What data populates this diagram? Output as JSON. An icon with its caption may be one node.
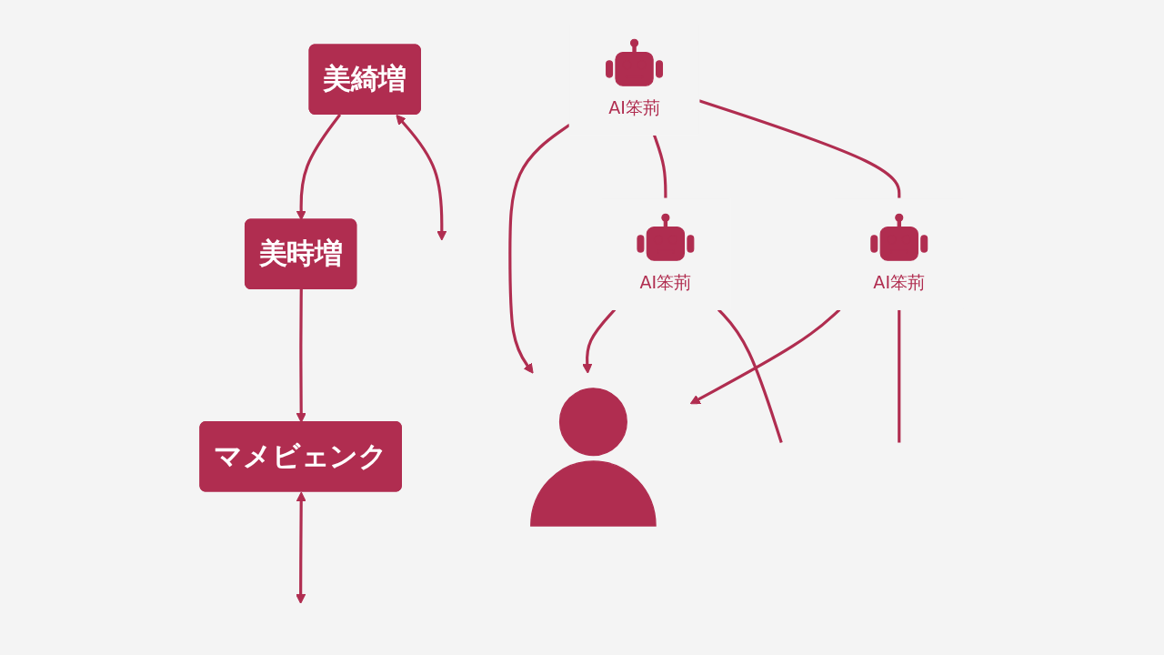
{
  "diagram": {
    "nodes": [
      {
        "text": [
          "美時増"
        ]
      },
      {
        "text": [
          "AI笨荊"
        ]
      },
      {
        "text": [
          "美綺増"
        ]
      },
      {
        "text": [
          "マメビェンク"
        ]
      },
      {
        "text": [],
        "shape": "person"
      },
      {
        "text": [
          "AI笨荊"
        ]
      },
      {
        "text": [
          "AI笨荊"
        ]
      }
    ],
    "edges": [
      {
        "from": 2,
        "to": 0,
        "arrow": "to"
      },
      {
        "from": 0,
        "to": 3,
        "arrow": "to"
      },
      {
        "from": 3,
        "to": null,
        "arrow": "both"
      },
      {
        "from": 2,
        "to": null,
        "arrow": "both"
      },
      {
        "from": 1,
        "to": 4,
        "arrow": "to"
      },
      {
        "from": 5,
        "to": 4,
        "arrow": "to"
      },
      {
        "from": 6,
        "to": 4,
        "arrow": "to"
      },
      {
        "from": 1,
        "to": 5,
        "arrow": "none"
      },
      {
        "from": 1,
        "to": 6,
        "arrow": "none"
      },
      {
        "from": 5,
        "to": null,
        "arrow": "none"
      },
      {
        "from": 6,
        "to": null,
        "arrow": "none"
      }
    ]
  }
}
